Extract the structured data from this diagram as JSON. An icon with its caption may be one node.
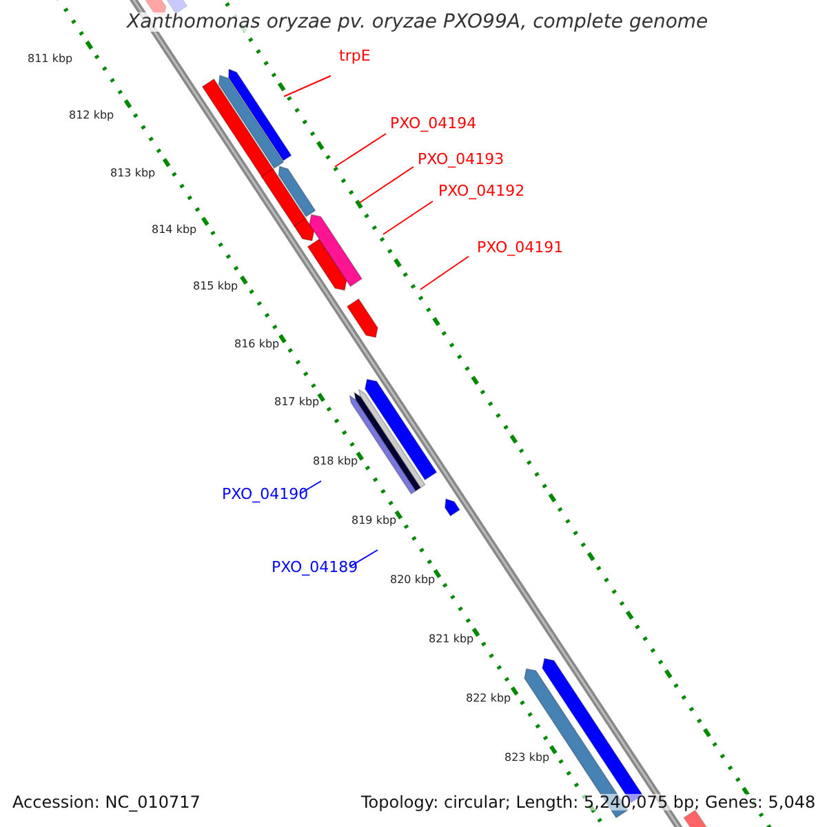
{
  "diagram": {
    "title": "Xanthomonas oryzae pv. oryzae PXO99A, complete genome",
    "nodes": [
      {
        "text": [
          "trpE"
        ]
      },
      {
        "text": [
          "PXO_04194"
        ]
      },
      {
        "text": [
          "PXO_04193"
        ]
      },
      {
        "text": [
          "PXO_04192"
        ]
      },
      {
        "text": [
          "PXO_04191"
        ]
      },
      {
        "text": [
          "PXO_04190"
        ]
      },
      {
        "text": [
          "PXO_04189"
        ]
      }
    ],
    "edges": [
      {
        "from": 0,
        "to": null,
        "arrow": "none"
      },
      {
        "from": 1,
        "to": null,
        "arrow": "none"
      },
      {
        "from": 2,
        "to": null,
        "arrow": "none"
      },
      {
        "from": 3,
        "to": null,
        "arrow": "none"
      },
      {
        "from": 4,
        "to": null,
        "arrow": "none"
      },
      {
        "from": 5,
        "to": null,
        "arrow": "none",
        "color": "#0000ff"
      },
      {
        "from": 6,
        "to": null,
        "arrow": "none",
        "color": "#0000ff"
      }
    ],
    "labels": [
      "811 kbp",
      "812 kbp",
      "813 kbp",
      "814 kbp",
      "815 kbp",
      "816 kbp",
      "817 kbp",
      "818 kbp",
      "819 kbp",
      "820 kbp",
      "821 kbp",
      "822 kbp",
      "823 kbp",
      "Accession: NC_010717",
      "Topology: circular; Length: 5,240,075 bp; Genes: 5,048"
    ]
  }
}
